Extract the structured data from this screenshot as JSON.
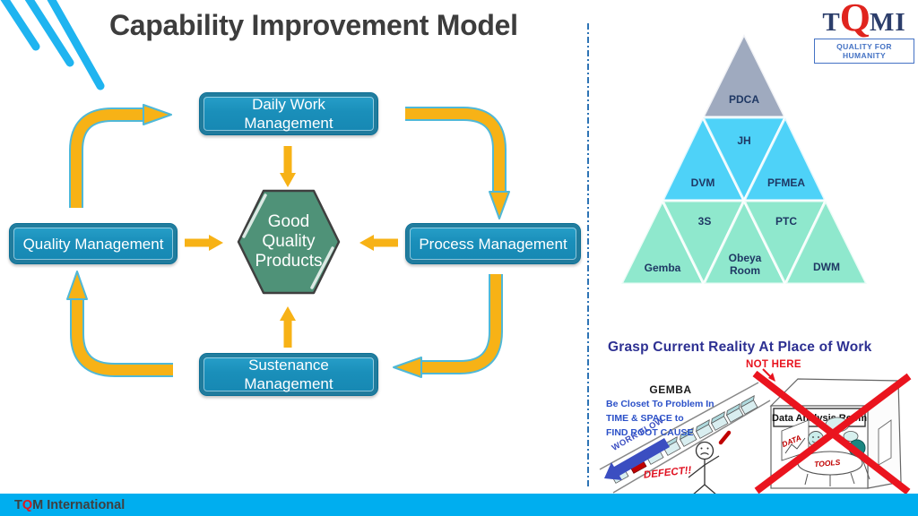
{
  "title": "Capability Improvement Model",
  "logo": {
    "t": "T",
    "q": "Q",
    "m": "M",
    "i": "I",
    "tagline": "QUALITY FOR HUMANITY"
  },
  "cycle": {
    "top": {
      "line1": "Daily Work",
      "line2": "Management"
    },
    "right": {
      "label": "Process Management"
    },
    "bottom": {
      "line1": "Sustenance",
      "line2": "Management"
    },
    "left": {
      "label": "Quality Management"
    },
    "center": {
      "line1": "Good",
      "line2": "Quality",
      "line3": "Products"
    }
  },
  "pyramid": {
    "pdca": "PDCA",
    "jh": "JH",
    "dvm": "DVM",
    "pfmea": "PFMEA",
    "s3": "3S",
    "ptc": "PTC",
    "gemba": "Gemba",
    "obeya_line1": "Obeya",
    "obeya_line2": "Room",
    "dwm": "DWM"
  },
  "gemba_section": {
    "heading": "Grasp Current Reality At Place of Work",
    "not_here": "NOT HERE",
    "gemba_title": "GEMBA",
    "line1": "Be Closet To Problem In",
    "line2": "TIME & SPACE to",
    "line3": "FIND ROOT CAUSE",
    "work_flow": "WORK FLOW",
    "defect": "DEFECT!!",
    "room_title": "Data Analysis Room",
    "data_label": "DATA",
    "tools_label": "TOOLS"
  },
  "footer": {
    "t": "T",
    "q": "Q",
    "rest": "M International"
  },
  "colors": {
    "arrow_gold": "#F7B216",
    "arrow_outline": "#4FB8D8",
    "box_teal": "#1A8FBA",
    "hexagon_green": "#4F9278",
    "pyramid_top": "#9FAABF",
    "pyramid_mid": "#4ED2F8",
    "pyramid_bottom": "#8FE8CD",
    "label_navy": "#1F3864",
    "heading_blue": "#2D3092",
    "alert_red": "#E8131E",
    "footer_cyan": "#00AEEF",
    "accent_cyan": "#1FB4F0",
    "logo_navy": "#2C3E6B",
    "logo_red": "#E0241E",
    "workflow_blue": "#3B4EC1"
  }
}
